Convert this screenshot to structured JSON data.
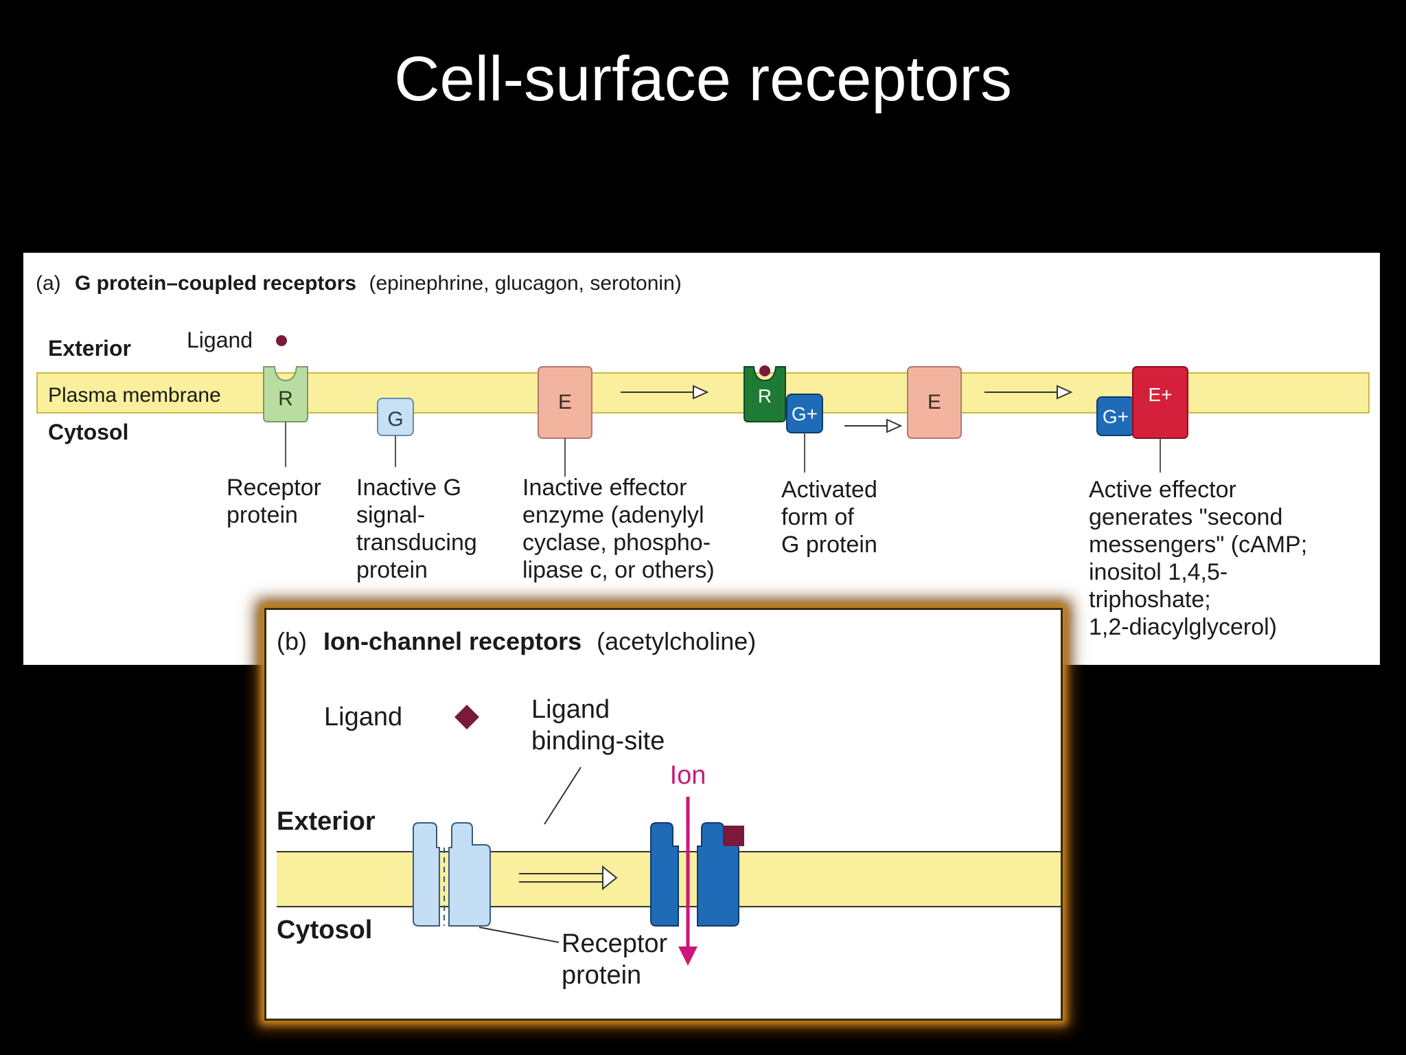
{
  "title": "Cell-surface receptors",
  "panel_a": {
    "label_prefix": "(a)",
    "heading_bold": "G protein–coupled receptors",
    "heading_rest": "(epinephrine, glucagon, serotonin)",
    "exterior": "Exterior",
    "cytosol": "Cytosol",
    "membrane": "Plasma membrane",
    "ligand": "Ligand",
    "boxes": {
      "r1": "R",
      "g1": "G",
      "e1": "E",
      "r2": "R",
      "g2": "G+",
      "e2": "E",
      "g3": "G+",
      "e3": "E+"
    },
    "labels": {
      "receptor": [
        "Receptor",
        "protein"
      ],
      "inactive_g": [
        "Inactive G",
        "signal-",
        "transducing",
        "protein"
      ],
      "inactive_effector": [
        "Inactive effector",
        "enzyme (adenylyl",
        "cyclase, phospho-",
        "lipase c, or others)"
      ],
      "activated_g": [
        "Activated",
        "form of",
        "G protein"
      ],
      "active_effector": [
        "Active effector",
        "generates \"second",
        "messengers\" (cAMP;",
        "inositol 1,4,5-",
        "triphoshate;",
        "1,2-diacylglycerol)"
      ]
    }
  },
  "panel_b": {
    "label_prefix": "(b)",
    "heading_bold": "Ion-channel receptors",
    "heading_rest": "(acetylcholine)",
    "ligand": "Ligand",
    "binding_site": [
      "Ligand",
      "binding-site"
    ],
    "exterior": "Exterior",
    "cytosol": "Cytosol",
    "receptor": [
      "Receptor",
      "protein"
    ],
    "ion": "Ion"
  },
  "colors": {
    "membrane": "#f9ef9c",
    "ligand": "#7a1a3a",
    "receptor_inactive": "#b9dca0",
    "receptor_active": "#1f7a35",
    "g_inactive": "#c6e0f5",
    "g_active": "#1f6bb8",
    "effector_inactive": "#f2b49e",
    "effector_active": "#d4203a",
    "channel_closed": "#c3def5",
    "channel_open": "#1f6bb8",
    "ion_arrow": "#d0157a"
  }
}
